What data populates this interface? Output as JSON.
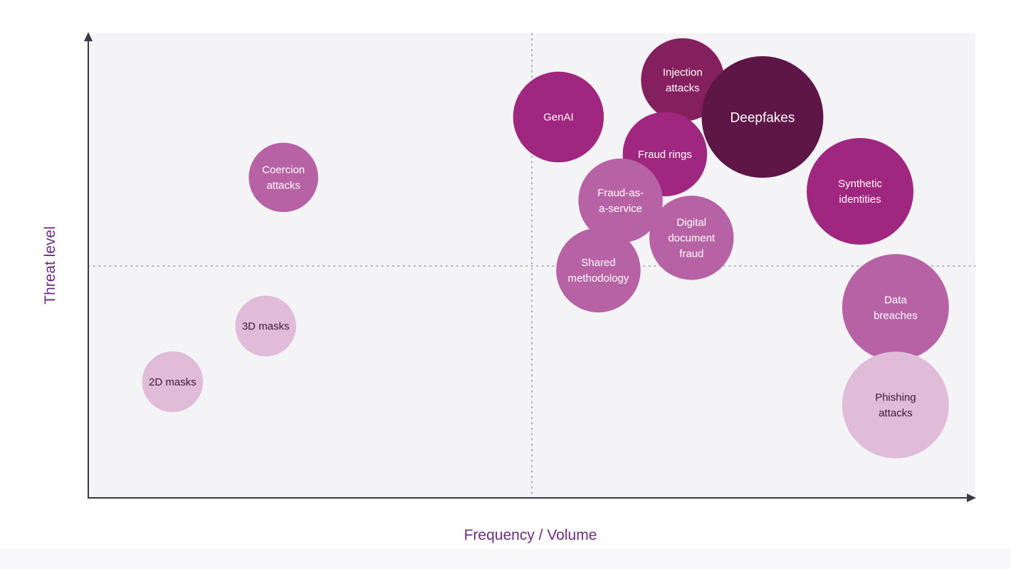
{
  "chart_data": {
    "type": "scatter",
    "title": "",
    "xlabel": "Frequency / Volume",
    "ylabel": "Threat level",
    "xlim": [
      0,
      100
    ],
    "ylim": [
      0,
      100
    ],
    "grid": false,
    "quadrant_dividers": {
      "x": 50,
      "y": 50
    },
    "points": [
      {
        "label": [
          "Coercion",
          "attacks"
        ],
        "x": 22,
        "y": 69,
        "size": 0.65,
        "color": "#b862a6",
        "text_color": "#ffffff"
      },
      {
        "label": [
          "3D masks"
        ],
        "x": 20,
        "y": 37,
        "size": 0.57,
        "color": "#e0bcd8",
        "text_color": "#3a1a35"
      },
      {
        "label": [
          "2D masks"
        ],
        "x": 9.5,
        "y": 25,
        "size": 0.57,
        "color": "#e0bcd8",
        "text_color": "#3a1a35"
      },
      {
        "label": [
          "GenAI"
        ],
        "x": 53,
        "y": 82,
        "size": 0.85,
        "color": "#a0277f",
        "text_color": "#ffffff"
      },
      {
        "label": [
          "Injection",
          "attacks"
        ],
        "x": 67,
        "y": 90,
        "size": 0.78,
        "color": "#85205f",
        "text_color": "#ffffff"
      },
      {
        "label": [
          "Deepfakes"
        ],
        "x": 76,
        "y": 82,
        "size": 1.14,
        "color": "#5e1647",
        "text_color": "#ffffff"
      },
      {
        "label": [
          "Fraud rings"
        ],
        "x": 65,
        "y": 74,
        "size": 0.79,
        "color": "#a0277f",
        "text_color": "#ffffff"
      },
      {
        "label": [
          "Fraud-as-",
          "a-service"
        ],
        "x": 60,
        "y": 64,
        "size": 0.79,
        "color": "#b862a6",
        "text_color": "#ffffff"
      },
      {
        "label": [
          "Digital",
          "document",
          "fraud"
        ],
        "x": 68,
        "y": 56,
        "size": 0.79,
        "color": "#b862a6",
        "text_color": "#ffffff"
      },
      {
        "label": [
          "Shared",
          "methodology"
        ],
        "x": 57.5,
        "y": 49,
        "size": 0.79,
        "color": "#b862a6",
        "text_color": "#ffffff"
      },
      {
        "label": [
          "Synthetic",
          "identities"
        ],
        "x": 87,
        "y": 66,
        "size": 1.0,
        "color": "#a0277f",
        "text_color": "#ffffff"
      },
      {
        "label": [
          "Data",
          "breaches"
        ],
        "x": 91,
        "y": 41,
        "size": 1.0,
        "color": "#b862a6",
        "text_color": "#ffffff"
      },
      {
        "label": [
          "Phishing",
          "attacks"
        ],
        "x": 91,
        "y": 20,
        "size": 1.0,
        "color": "#e0bcd8",
        "text_color": "#3a1a35"
      }
    ]
  },
  "colors": {
    "plot_background": "#f4f3f6",
    "axis": "#3a3a46",
    "divider": "#9a9aa2",
    "axis_title": "#6b2c82"
  }
}
